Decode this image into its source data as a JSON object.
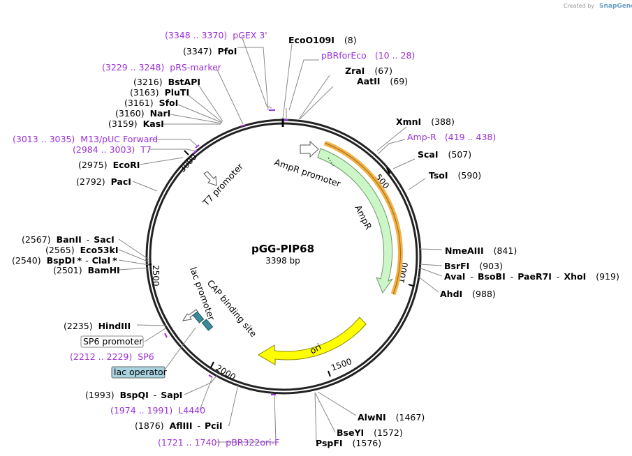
{
  "map": {
    "name": "pGG-PIP68",
    "length": "3398 bp"
  },
  "credit": {
    "prefix": "Created by",
    "brand": "SnapGene"
  },
  "ticks": [
    "500",
    "1000",
    "1500",
    "2000",
    "2500",
    "3000"
  ],
  "features": {
    "ampr_promoter": "AmpR promoter",
    "ampr": "AmpR",
    "ori": "ori",
    "t7_promoter": "T7 promoter",
    "lac_promoter": "lac promoter",
    "cap_site": "CAP binding site",
    "sp6_promoter": "SP6 promoter",
    "lac_operator": "lac operator"
  },
  "enzymes": {
    "ecoo109i": {
      "name": "EcoO109I",
      "pos": "(8)"
    },
    "zrai": {
      "name": "ZraI",
      "pos": "(67)"
    },
    "aatii": {
      "name": "AatII",
      "pos": "(69)"
    },
    "xmni": {
      "name": "XmnI",
      "pos": "(388)"
    },
    "scai": {
      "name": "ScaI",
      "pos": "(507)"
    },
    "tsoi": {
      "name": "TsoI",
      "pos": "(590)"
    },
    "nmeaiii": {
      "name": "NmeAIII",
      "pos": "(841)"
    },
    "bsrfi": {
      "name": "BsrFI",
      "pos": "(903)"
    },
    "aval_group": {
      "a": "AvaI",
      "b": "BsoBI",
      "c": "PaeR7I",
      "d": "XhoI",
      "pos": "(919)"
    },
    "ahdi": {
      "name": "AhdI",
      "pos": "(988)"
    },
    "alwni": {
      "name": "AlwNI",
      "pos": "(1467)"
    },
    "bseyi": {
      "name": "BseYI",
      "pos": "(1572)"
    },
    "pspfi": {
      "name": "PspFI",
      "pos": "(1576)"
    },
    "afliii_group": {
      "pos": "(1876)",
      "a": "AflIII",
      "b": "PciI"
    },
    "bspqi_group": {
      "pos": "(1993)",
      "a": "BspQI",
      "b": "SapI"
    },
    "hindiii": {
      "pos": "(2235)",
      "name": "HindIII"
    },
    "bamhi": {
      "pos": "(2501)",
      "name": "BamHI"
    },
    "bspdi_group": {
      "pos": "(2540)",
      "a": "BspDI",
      "b": "ClaI",
      "star": "*"
    },
    "eco53ki": {
      "pos": "(2565)",
      "name": "Eco53kI"
    },
    "banii_group": {
      "pos": "(2567)",
      "a": "BanII",
      "b": "SacI"
    },
    "paci": {
      "pos": "(2792)",
      "name": "PacI"
    },
    "ecori": {
      "pos": "(2975)",
      "name": "EcoRI"
    },
    "kasi": {
      "pos": "(3159)",
      "name": "KasI"
    },
    "nari": {
      "pos": "(3160)",
      "name": "NarI"
    },
    "sfoi": {
      "pos": "(3161)",
      "name": "SfoI"
    },
    "plutI": {
      "pos": "(3163)",
      "name": "PluTI"
    },
    "bstapi": {
      "pos": "(3216)",
      "name": "BstAPI"
    },
    "pfoi": {
      "pos": "(3347)",
      "name": "PfoI"
    }
  },
  "primers": {
    "pgex3": {
      "range": "(3348 .. 3370)",
      "name": "pGEX 3'"
    },
    "pbrforeco": {
      "name": "pBRforEco",
      "range": "(10 .. 28)"
    },
    "ampr_primer": {
      "name": "Amp-R",
      "range": "(419 .. 438)"
    },
    "prs_marker": {
      "range": "(3229 .. 3248)",
      "name": "pRS-marker"
    },
    "m13_puc_fwd": {
      "range": "(3013 .. 3035)",
      "name": "M13/pUC Forward"
    },
    "t7": {
      "range": "(2984 .. 3003)",
      "name": "T7"
    },
    "sp6": {
      "range": "(2212 .. 2229)",
      "name": "SP6"
    },
    "l4440": {
      "range": "(1974 .. 1991)",
      "name": "L4440"
    },
    "pbr322ori": {
      "range": "(1721 .. 1740)",
      "name": "pBR322ori-F"
    }
  },
  "colors": {
    "backbone": "#222222",
    "ampr_fill": "#ccf5c8",
    "ampr_stroke": "#6a9a66",
    "ori_fill": "#ffff00",
    "ori_stroke": "#8a8a00",
    "primer": "#9b30d9",
    "amp_primer_band": "#f5b041",
    "lac_operator_fill": "#a9d3e0",
    "lac_operator_glyph": "#3a8a9a"
  }
}
